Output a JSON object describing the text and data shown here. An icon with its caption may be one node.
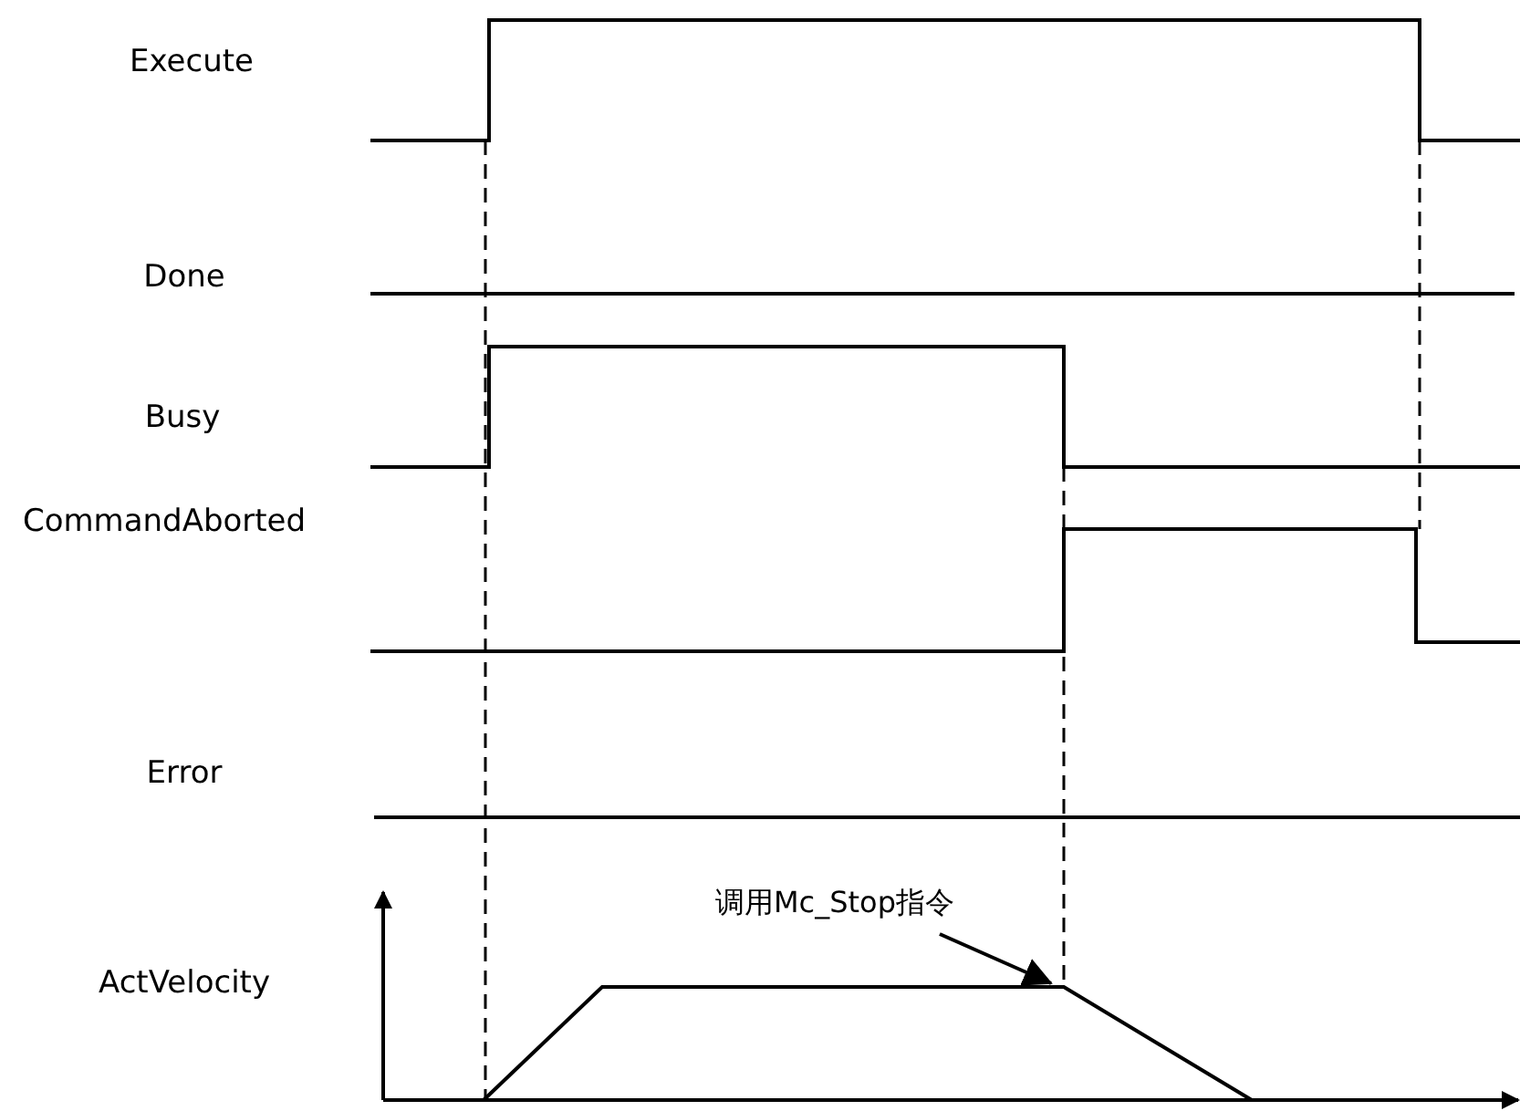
{
  "diagram": {
    "nodes": [
      {
        "text": [
          "调用Mc_Stop指令"
        ]
      },
      {
        "text": [],
        "shape": "line"
      }
    ],
    "edges": [
      {
        "from": 0,
        "to": 1,
        "arrow": "to"
      }
    ],
    "labels": [
      "Execute",
      "Done",
      "Busy",
      "CommandAborted",
      "Error",
      "ActVelocity"
    ]
  }
}
